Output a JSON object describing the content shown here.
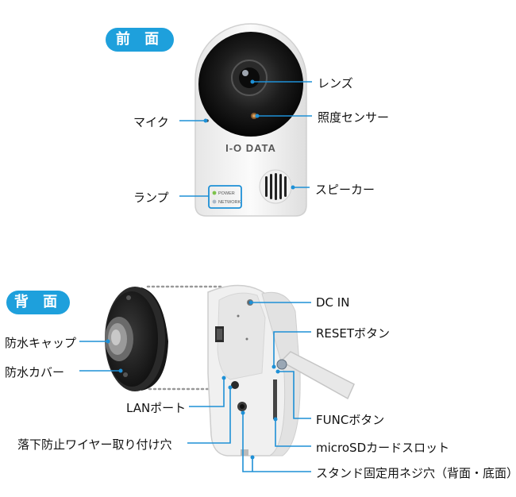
{
  "sections": {
    "front": "前 面",
    "back": "背 面"
  },
  "brand": "I-O DATA",
  "lamp_text": {
    "power": "POWER",
    "network": "NETWORK"
  },
  "front_labels": {
    "lens": "レンズ",
    "light_sensor": "照度センサー",
    "mic": "マイク",
    "speaker": "スピーカー",
    "lamp": "ランプ"
  },
  "back_labels": {
    "dc_in": "DC IN",
    "reset": "RESETボタン",
    "waterproof_cap": "防水キャップ",
    "waterproof_cover": "防水カバー",
    "lan_port": "LANポート",
    "func": "FUNCボタン",
    "fall_wire_hole": "落下防止ワイヤー取り付け穴",
    "microsd": "microSDカードスロット",
    "stand_screw": "スタンド固定用ネジ穴（背面・底面）"
  },
  "colors": {
    "accent": "#1ea0dc",
    "leader": "#1e90d6",
    "lamp_green": "#7dc24a"
  }
}
